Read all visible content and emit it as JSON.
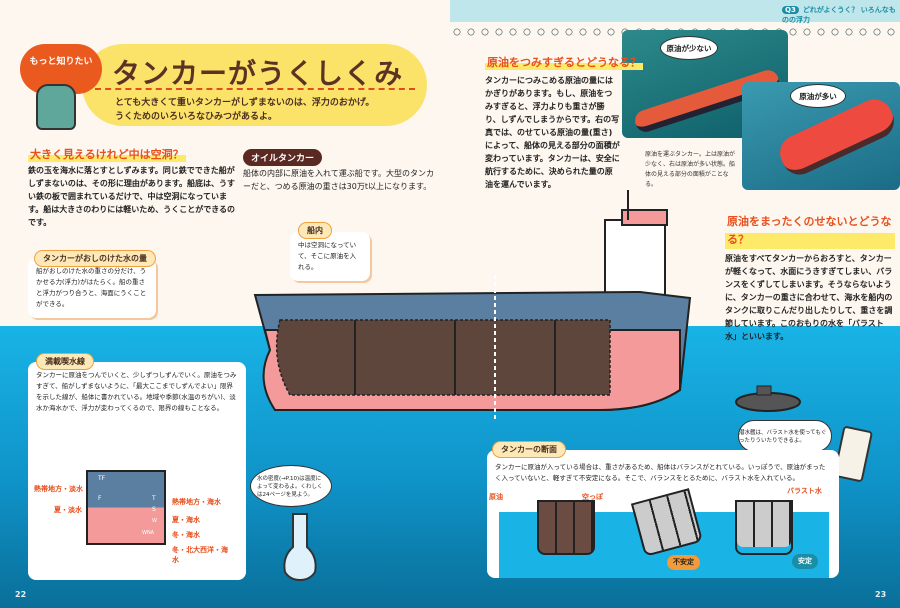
{
  "header": {
    "badge": "Q3",
    "section": "どれがよくうく？ いろんなものの浮力"
  },
  "title_block": {
    "bubble": "もっと知りたい",
    "title": "タンカーがうくしくみ",
    "lead_lines": [
      "とても大きくて重いタンカーがしずまないのは、浮力のおかげ。",
      "うくためのいろいろなひみつがあるよ。"
    ]
  },
  "section_hollow": {
    "heading": "大きく見えるけれど中は空洞？",
    "text": "鉄の玉を海水に落とすとしずみます。同じ鉄でできた船がしずまないのは、その形に理由があります。船底は、うすい鉄の板で囲まれているだけで、中は空洞になっています。船は大きさのわりには軽いため、うくことができるのです。"
  },
  "oil_tanker": {
    "label": "オイルタンカー",
    "text": "船体の内部に原油を入れて運ぶ船です。大型のタンカーだと、つめる原油の重さは30万t以上になります。"
  },
  "inside_note": {
    "label": "船内",
    "text": "中は空洞になっていて、そこに原油を入れる。"
  },
  "displaced_note": {
    "label": "タンカーがおしのけた水の量",
    "text": "船がおしのけた水の重さの分だけ、うかせる力(浮力)がはたらく。船の重さと浮力がつり合うと、海面にうくことができる。"
  },
  "load_line": {
    "label": "満載喫水線",
    "text": "タンカーに原油をつんでいくと、少しずつしずんでいく。原油をつみすぎて、船がしずまないように、「最大ここまでしずんでよい」限界を示した線が、船体に書かれている。地域や季節(水温のちがい)、淡水か海水かで、浮力が変わってくるので、限界の線もことなる。",
    "marks": [
      "TF",
      "F",
      "T",
      "S",
      "W",
      "WNA"
    ],
    "left_labels": [
      "熱帯地方・淡水",
      "夏・淡水"
    ],
    "right_labels": [
      "熱帯地方・海水",
      "夏・海水",
      "冬・海水",
      "冬・北大西洋・海水"
    ]
  },
  "flask_bubble": "水の密度(→P.10)は温度によって変わるよ。くわしくは24ページを見よう。",
  "overload": {
    "heading": "原油をつみすぎるとどうなる？",
    "text": "タンカーにつみこめる原油の量にはかぎりがあります。もし、原油をつみすぎると、浮力よりも重さが勝り、しずんでしまうからです。右の写真では、のせている原油の量(重さ)によって、船体の見える部分の面積が変わっています。タンカーは、安全に航行するために、決められた量の原油を運んでいます。"
  },
  "photos": {
    "bubble_few": "原油が少ない",
    "bubble_many": "原油が多い",
    "caption": "原油を運ぶタンカー。上は原油が少なく、右は原油が多い状態。船体の見える部分の面積がことなる。"
  },
  "empty": {
    "heading": "原油をまったくのせないとどうなる？",
    "text": "原油をすべてタンカーからおろすと、タンカーが軽くなって、水面にうきすぎてしまい、バランスをくずしてしまいます。そうならないように、タンカーの重さに合わせて、海水を船内のタンクに取りこんだり出したりして、重さを調節しています。このおもりの水を「バラスト水」といいます。"
  },
  "thermo_bubble": "潜水艦は、バラスト水を使ってもぐったりういたりできるよ。",
  "cross_section": {
    "label": "タンカーの断面",
    "text": "タンカーに原油が入っている場合は、重さがあるため、船体はバランスがとれている。いっぽうで、原油がまったく入っていないと、軽すぎて不安定になる。そこで、バランスをとるために、バラスト水を入れている。",
    "crude": "原油",
    "empty": "空っぽ",
    "ballast": "バラスト水",
    "unstable": "不安定",
    "stable": "安定"
  },
  "page_left": "22",
  "page_right": "23",
  "colors": {
    "water": "#19b3e6",
    "accent": "#e8501e",
    "hull_pink": "#f49a9a",
    "hull_blue": "#5a7fa0"
  }
}
